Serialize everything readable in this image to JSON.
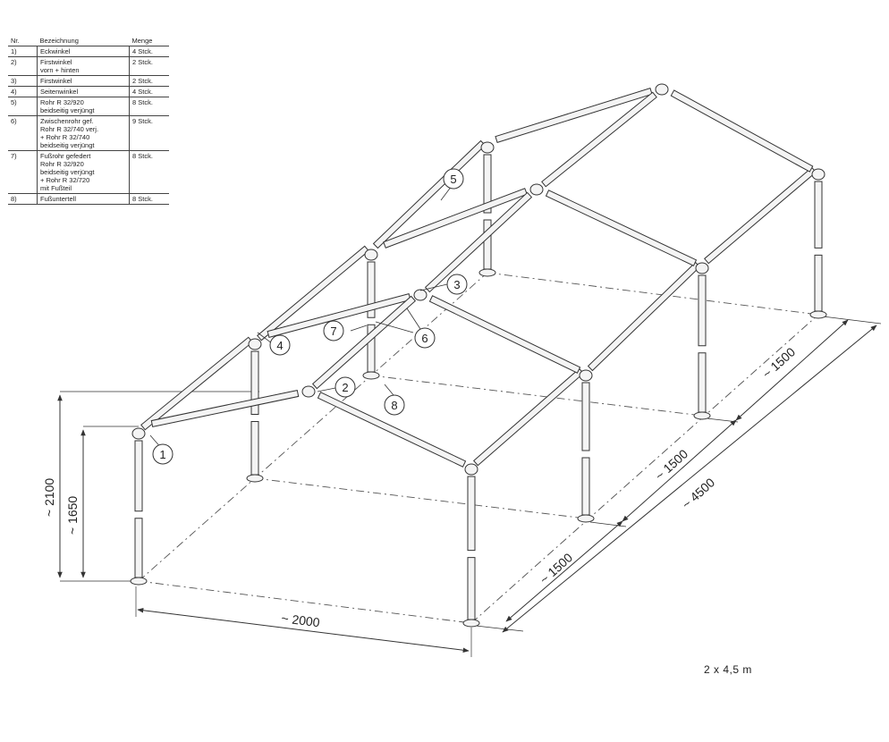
{
  "table": {
    "headers": {
      "nr": "Nr.",
      "name": "Bezeichnung",
      "qty": "Menge"
    },
    "rows": [
      {
        "nr": "1)",
        "lines": [
          "Eckwinkel"
        ],
        "qty": "4 Stck."
      },
      {
        "nr": "2)",
        "lines": [
          "Firstwinkel",
          "vorn + hinten"
        ],
        "qty": "2 Stck."
      },
      {
        "nr": "3)",
        "lines": [
          "Firstwinkel"
        ],
        "qty": "2 Stck."
      },
      {
        "nr": "4)",
        "lines": [
          "Seitenwinkel"
        ],
        "qty": "4 Stck."
      },
      {
        "nr": "5)",
        "lines": [
          "Rohr R 32/920",
          "beidseitig verjüngt"
        ],
        "qty": "8 Stck."
      },
      {
        "nr": "6)",
        "lines": [
          "Zwischenrohr gef.",
          "Rohr R 32/740 verj.",
          "+  Rohr R 32/740",
          "beidseitig verjüngt"
        ],
        "qty": "9 Stck."
      },
      {
        "nr": "7)",
        "lines": [
          "Fußrohr gefedert",
          "Rohr R 32/920",
          "beidseitig verjüngt",
          "+ Rohr R 32/720",
          "mit Fußteil"
        ],
        "qty": "8 Stck."
      },
      {
        "nr": "8)",
        "lines": [
          "Fußuntertell"
        ],
        "qty": "8 Stck."
      }
    ]
  },
  "callouts": [
    "1",
    "2",
    "3",
    "4",
    "5",
    "6",
    "7",
    "8"
  ],
  "dimensions": {
    "height_total": "~ 2100",
    "height_side": "~ 1650",
    "width": "~ 2000",
    "section_1": "~ 1500",
    "section_2": "~ 1500",
    "section_3": "~ 1500",
    "length_total": "~ 4500"
  },
  "size_label": "2 x 4,5 m",
  "colors": {
    "line": "#333333",
    "pipe_fill": "#f4f4f4"
  }
}
